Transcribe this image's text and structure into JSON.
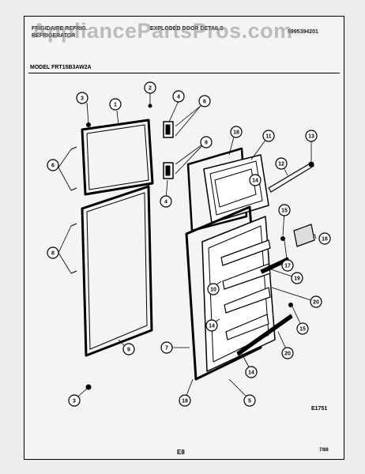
{
  "watermark": "AppliancePartsPros.com",
  "header": {
    "left_line1": "FRIGIDAIRE REFRIG.",
    "left_line2": "REFRIGERATOR",
    "center": "EXPLODED DOOR DETAILS",
    "right": "5995394201"
  },
  "model": "MODEL FRT15B3AW2A",
  "figure_code": "E1751",
  "page_number": "E8",
  "revision_code": "7/88",
  "callouts": [
    {
      "label": "1"
    },
    {
      "label": "2"
    },
    {
      "label": "3"
    },
    {
      "label": "4"
    },
    {
      "label": "5"
    },
    {
      "label": "6"
    },
    {
      "label": "7"
    },
    {
      "label": "8"
    },
    {
      "label": "9"
    },
    {
      "label": "10"
    },
    {
      "label": "11"
    },
    {
      "label": "12"
    },
    {
      "label": "13"
    },
    {
      "label": "14"
    },
    {
      "label": "15"
    },
    {
      "label": "16"
    },
    {
      "label": "17"
    },
    {
      "label": "18"
    },
    {
      "label": "19"
    },
    {
      "label": "20"
    }
  ]
}
